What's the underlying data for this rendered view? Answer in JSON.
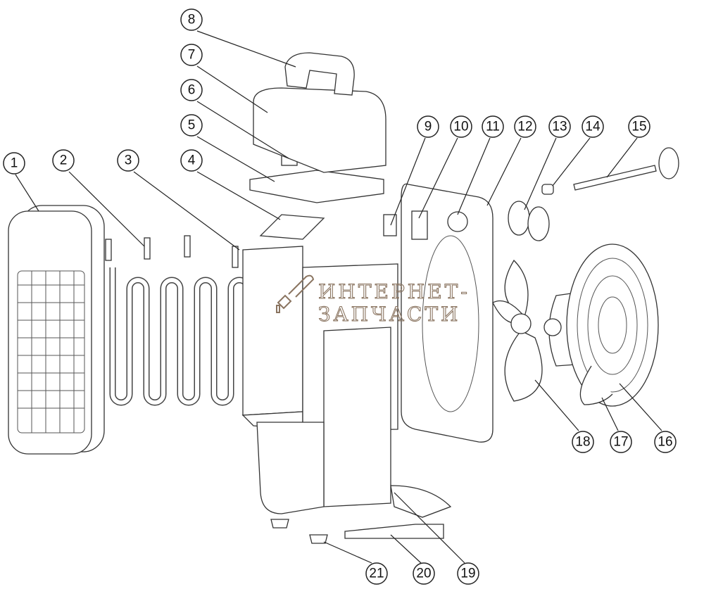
{
  "title": "Exploded parts diagram - fan heater",
  "watermark": {
    "line1": "ИНТЕРНЕТ-",
    "line2": "ЗАПЧАСТИ",
    "color": "#8a7460",
    "icon": "chainsaw-icon"
  },
  "callouts": [
    "1",
    "2",
    "3",
    "4",
    "5",
    "6",
    "7",
    "8",
    "9",
    "10",
    "11",
    "12",
    "13",
    "14",
    "15",
    "16",
    "17",
    "18",
    "19",
    "20",
    "21"
  ]
}
